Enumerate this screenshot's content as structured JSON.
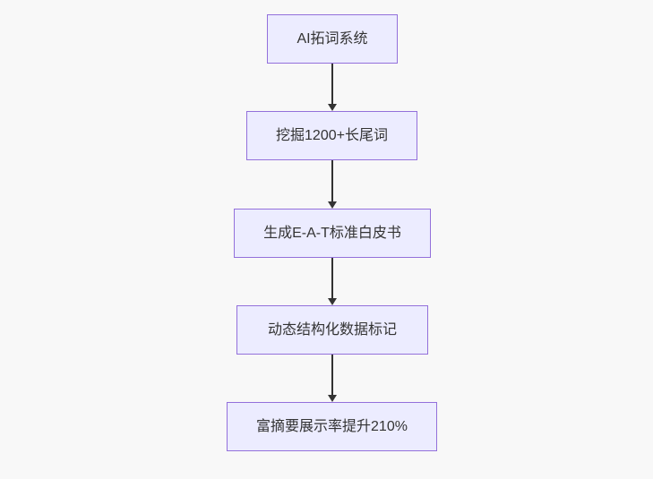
{
  "diagram": {
    "type": "flowchart",
    "direction": "top-to-bottom",
    "nodes": [
      {
        "id": "n1",
        "label": "AI拓词系统"
      },
      {
        "id": "n2",
        "label": "挖掘1200+长尾词"
      },
      {
        "id": "n3",
        "label": "生成E-A-T标准白皮书"
      },
      {
        "id": "n4",
        "label": "动态结构化数据标记"
      },
      {
        "id": "n5",
        "label": "富摘要展示率提升210%"
      }
    ],
    "edges": [
      {
        "from": "n1",
        "to": "n2"
      },
      {
        "from": "n2",
        "to": "n3"
      },
      {
        "from": "n3",
        "to": "n4"
      },
      {
        "from": "n4",
        "to": "n5"
      }
    ]
  },
  "theme": {
    "background": "#f8f8f8",
    "node_fill": "#ECECFF",
    "node_border": "#9370DB",
    "text_color": "#333333",
    "arrow_color": "#333333"
  }
}
